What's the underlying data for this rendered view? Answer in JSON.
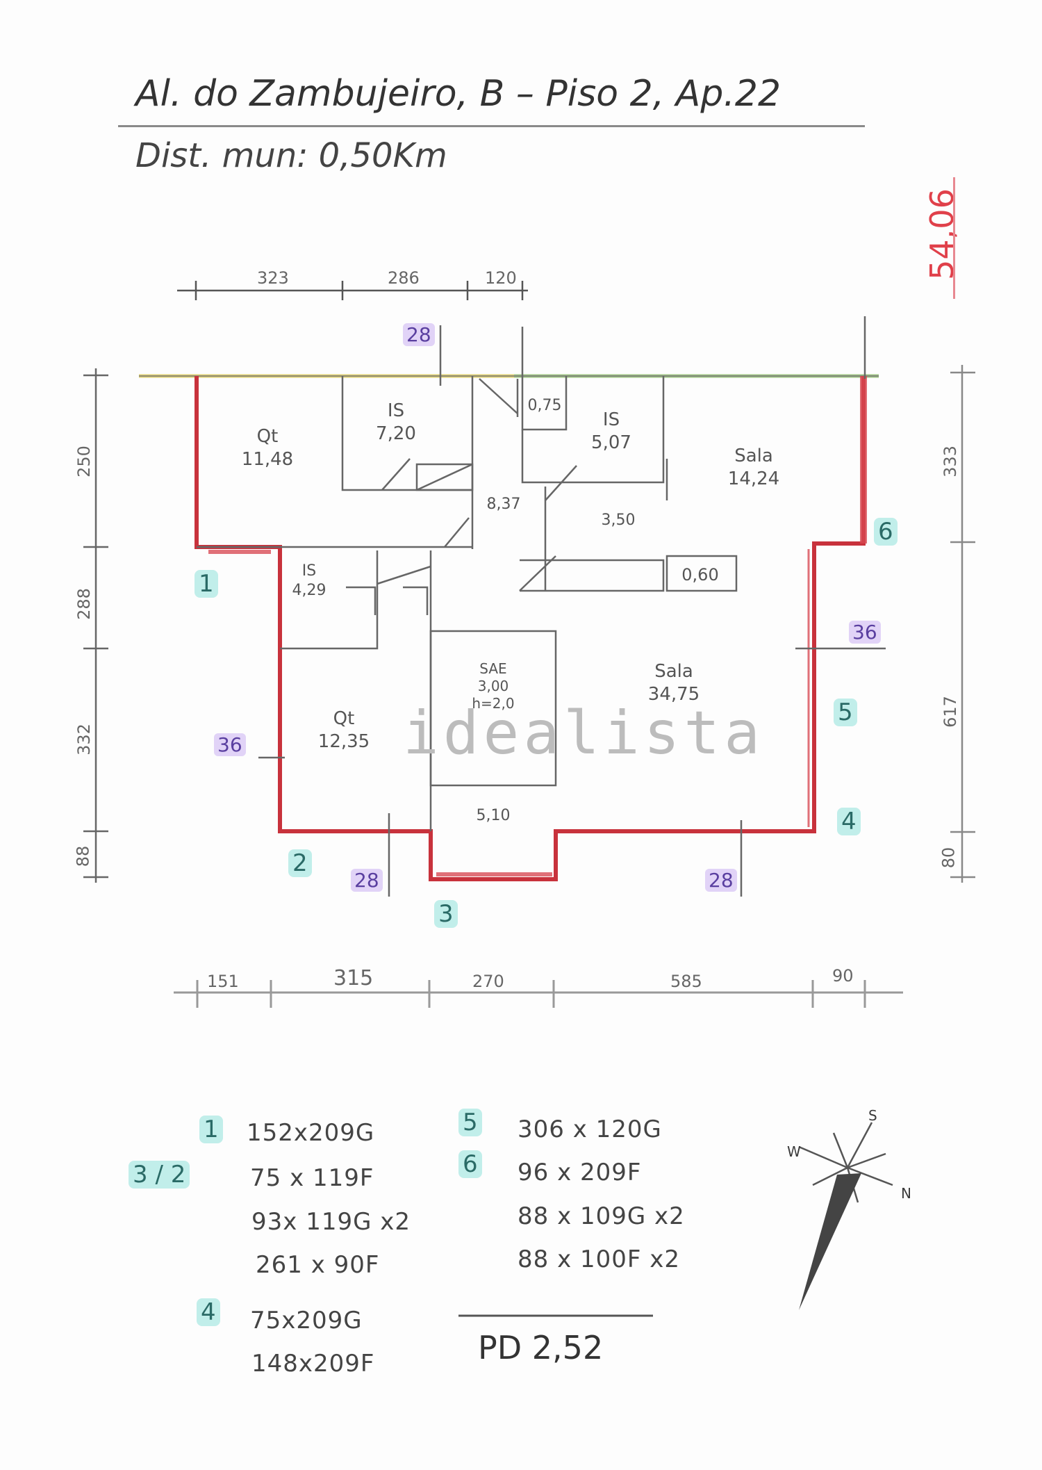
{
  "header": {
    "address": "Al. do Zambujeiro, B – Piso 2, Ap.22",
    "distance": "Dist. mun: 0,50Km"
  },
  "total_area": {
    "value": "54,06",
    "color": "#e0404a"
  },
  "watermark": "idealista",
  "rooms": [
    {
      "id": "bedroom-1",
      "type": "Qt",
      "area": "11,48"
    },
    {
      "id": "bathroom-1",
      "type": "IS",
      "area": "7,20"
    },
    {
      "id": "closet",
      "type": "",
      "area": "0,75"
    },
    {
      "id": "bathroom-2",
      "type": "IS",
      "area": "5,07"
    },
    {
      "id": "living-1",
      "type": "Sala",
      "area": "14,24"
    },
    {
      "id": "hall",
      "type": "",
      "area": "8,37"
    },
    {
      "id": "kitchen-area",
      "type": "",
      "area": "3,50"
    },
    {
      "id": "small-store",
      "type": "",
      "area": "0,60"
    },
    {
      "id": "bathroom-3",
      "type": "IS",
      "area": "4,29"
    },
    {
      "id": "bedroom-2",
      "type": "Qt",
      "area": "12,35"
    },
    {
      "id": "storage",
      "type": "SAE",
      "area": "3,00",
      "note": "h=2,0"
    },
    {
      "id": "living-2",
      "type": "Sala",
      "area": "34,75"
    },
    {
      "id": "entry",
      "type": "",
      "area": "5,10"
    }
  ],
  "dimensions": {
    "top": [
      "323",
      "286",
      "120"
    ],
    "bottom": [
      "151",
      "315",
      "270",
      "585",
      "90"
    ],
    "left": [
      "250",
      "288",
      "332",
      "88"
    ],
    "right": [
      "333",
      "617",
      "80"
    ]
  },
  "wall_thickness_tags": [
    "28",
    "36",
    "36",
    "28",
    "28"
  ],
  "opening_tags": [
    "1",
    "2",
    "3",
    "4",
    "5",
    "6"
  ],
  "legend": {
    "left": [
      {
        "tag": "1",
        "lines": [
          "152x209G"
        ]
      },
      {
        "tag": "3 / 2",
        "lines": [
          "75 x 119F",
          "93x 119G x2",
          "261 x 90F"
        ]
      },
      {
        "tag": "4",
        "lines": [
          "75x209G",
          "148x209F"
        ]
      }
    ],
    "right": [
      {
        "tag": "5",
        "lines": [
          "306 x 120G"
        ]
      },
      {
        "tag": "6",
        "lines": [
          "96 x 209F",
          "88 x 109G x2",
          "88 x 100F x2"
        ]
      }
    ],
    "ceiling": "PD 2,52"
  },
  "compass": {
    "labels": [
      "S",
      "W",
      "N"
    ]
  },
  "colors": {
    "exterior_wall": "#c8323c",
    "top_edge_left": "#d8c650",
    "top_edge_right": "#8ab868",
    "teal_tag": "#7ddcd2",
    "purple_tag": "#bea0f0"
  }
}
